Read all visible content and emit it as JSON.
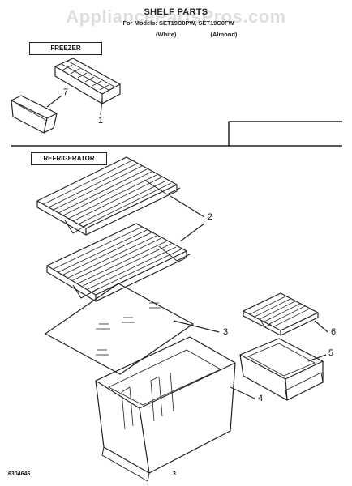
{
  "header": {
    "watermark": "AppliancePartsPros.com",
    "title": "SHELF PARTS",
    "subtitle": "For Models: SET19C0PW, SET19C0FW",
    "variant_white": "(White)",
    "variant_almond": "(Almond)"
  },
  "sections": {
    "freezer_label": "FREEZER",
    "refrigerator_label": "REFRIGERATOR"
  },
  "callouts": {
    "c1": "1",
    "c2": "2",
    "c3": "3",
    "c4": "4",
    "c5": "5",
    "c6": "6",
    "c7": "7"
  },
  "footer": {
    "doc_number": "6304646",
    "page_number": "3"
  }
}
